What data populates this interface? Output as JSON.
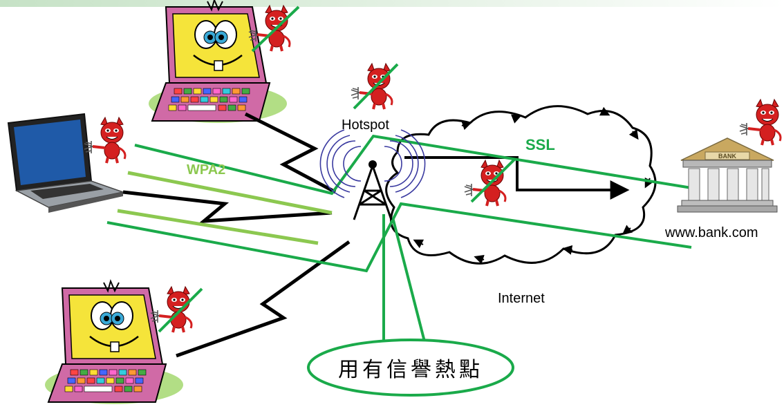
{
  "labels": {
    "hotspot": "Hotspot",
    "ssl": "SSL",
    "wpa2": "WPA2",
    "internet": "Internet",
    "bank_site": "www.bank.com",
    "bank_sign": "BANK",
    "callout": "用有信譽熱點"
  },
  "colors": {
    "tunnel_green": "#1aaa4a",
    "wpa2_green": "#8cc850",
    "wire": "#000000",
    "devil_red": "#d42020",
    "signal_blue": "#3a3aa0",
    "header_bar": "#d8ecd8"
  },
  "icons": [
    "laptop-icon",
    "cartoon-laptop-icon",
    "devil-icon",
    "radio-tower-icon",
    "bank-building-icon",
    "cloud-icon"
  ]
}
